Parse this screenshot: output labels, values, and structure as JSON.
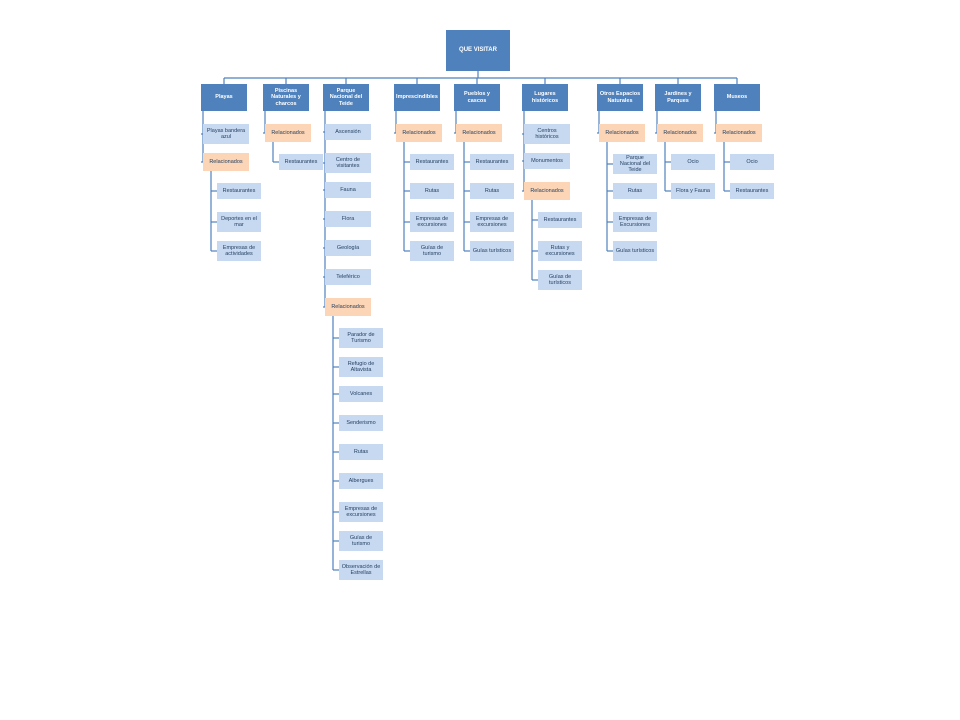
{
  "root": "QUE VISITAR",
  "columns": [
    {
      "title": "Playas",
      "children": [
        {
          "label": "Playas bandera azul",
          "type": "sub"
        },
        {
          "label": "Relacionados",
          "type": "rel",
          "children": [
            "Restaurantes",
            "Deportes en el mar",
            "Empresas de actividades"
          ]
        }
      ]
    },
    {
      "title": "Piscinas Naturales y charcos",
      "children": [
        {
          "label": "Relacionados",
          "type": "rel",
          "children": [
            "Restaurantes"
          ]
        }
      ]
    },
    {
      "title": "Parque Nacional del Teide",
      "children": [
        {
          "label": "Ascensión",
          "type": "sub"
        },
        {
          "label": "Centro de visitantes",
          "type": "sub"
        },
        {
          "label": "Fauna",
          "type": "sub"
        },
        {
          "label": "Flora",
          "type": "sub"
        },
        {
          "label": "Geología",
          "type": "sub"
        },
        {
          "label": "Teleférico",
          "type": "sub"
        },
        {
          "label": "Relacionados",
          "type": "rel",
          "children": [
            "Parador de Turismo",
            "Refugio de Altavista",
            "Volcanes",
            "Senderismo",
            "Rutas",
            "Albergues",
            "Empresas de excursiones",
            "Guías de turismo",
            "Observación de Estrellas"
          ]
        }
      ]
    },
    {
      "title": "Imprescindibles",
      "children": [
        {
          "label": "Relacionados",
          "type": "rel",
          "children": [
            "Restaurantes",
            "Rutas",
            "Empresas de excursiones",
            "Guías de turismo"
          ]
        }
      ]
    },
    {
      "title": "Pueblos y cascos",
      "children": [
        {
          "label": "Relacionados",
          "type": "rel",
          "children": [
            "Restaurantes",
            "Rutas",
            "Empresas de excursiones",
            "Guías turísticos"
          ]
        }
      ]
    },
    {
      "title": "Lugares históricos",
      "children": [
        {
          "label": "Centros históricos",
          "type": "sub"
        },
        {
          "label": "Monumentos",
          "type": "sub"
        },
        {
          "label": "Relacionados",
          "type": "rel",
          "children": [
            "Restaurantes",
            "Rutas y excursiones",
            "Guías de turísticos"
          ]
        }
      ]
    },
    {
      "title": "Otros Espacios Naturales",
      "children": [
        {
          "label": "Relacionados",
          "type": "rel",
          "children": [
            "Parque Nacional del Teide",
            "Rutas",
            "Empresas de Excursiones",
            "Guías turísticos"
          ]
        }
      ]
    },
    {
      "title": "Jardines y Parques",
      "children": [
        {
          "label": "Relacionados",
          "type": "rel",
          "children": [
            "Ocio",
            "Flora y Fauna"
          ]
        }
      ]
    },
    {
      "title": "Museos",
      "children": [
        {
          "label": "Relacionados",
          "type": "rel",
          "children": [
            "Ocio",
            "Restaurantes"
          ]
        }
      ]
    }
  ],
  "colors": {
    "root": "#4f81bd",
    "category": "#4f81bd",
    "item": "#c6d9f1",
    "related": "#fbd5b5",
    "line": "#4f81bd"
  }
}
